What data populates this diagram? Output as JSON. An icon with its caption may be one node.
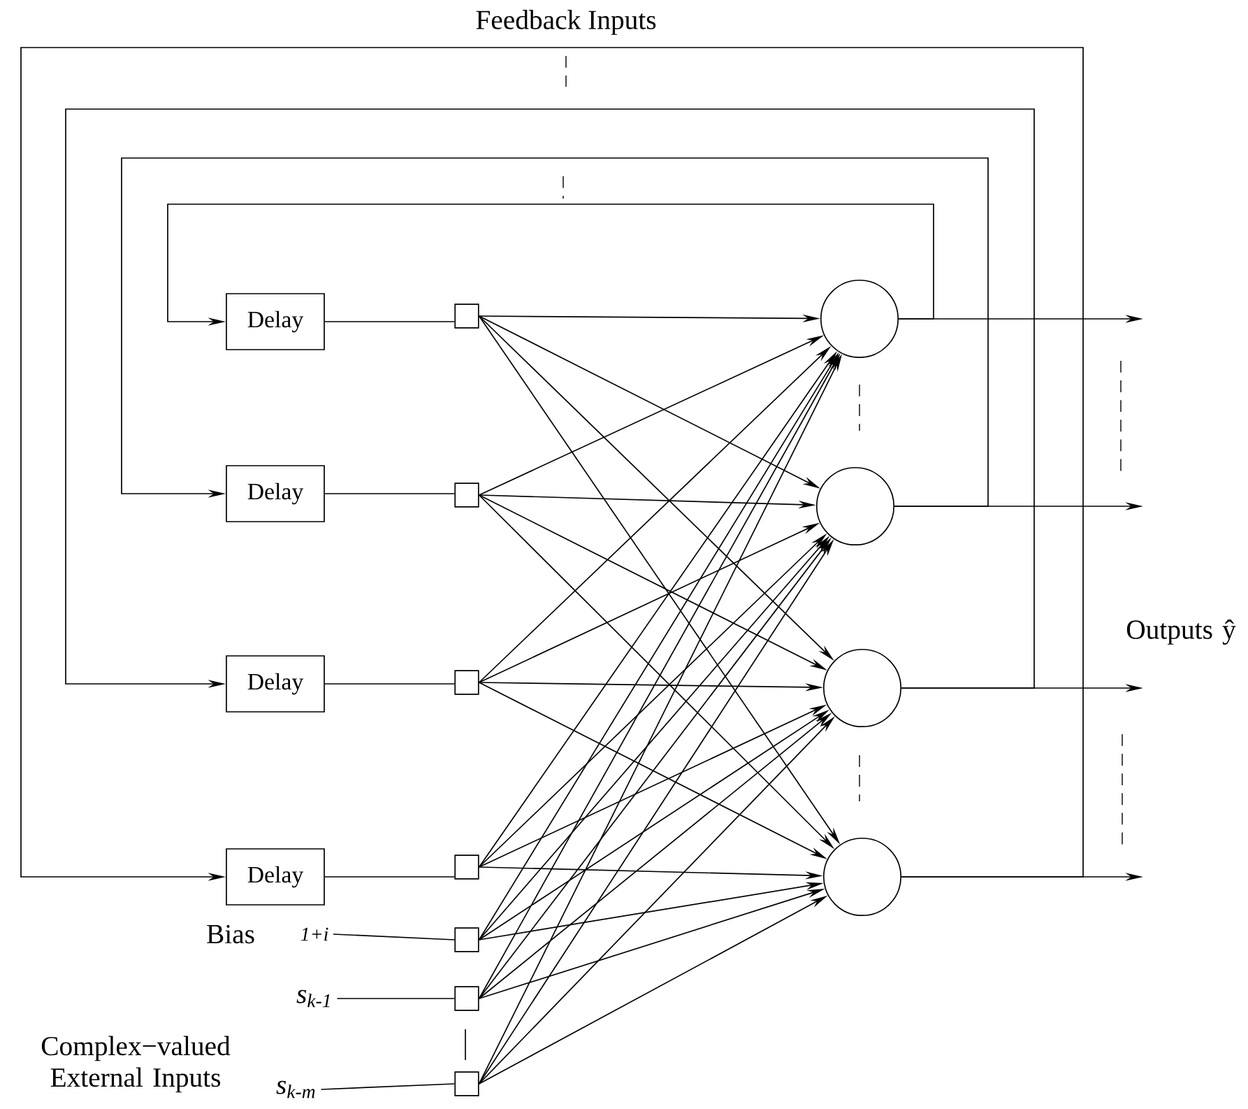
{
  "diagram": {
    "title": "Feedback Inputs",
    "nodes": [
      {
        "text": [
          "Delay"
        ]
      },
      {
        "text": [
          "Delay"
        ]
      },
      {
        "text": [
          "Delay"
        ]
      },
      {
        "text": [
          "Delay"
        ]
      },
      {
        "text": [],
        "shape": "box"
      },
      {
        "text": [],
        "shape": "box"
      },
      {
        "text": [],
        "shape": "box"
      },
      {
        "text": [],
        "shape": "box"
      },
      {
        "text": [],
        "shape": "box"
      },
      {
        "text": [],
        "shape": "box"
      },
      {
        "text": [],
        "shape": "box"
      },
      {
        "text": [],
        "shape": "circle"
      },
      {
        "text": [],
        "shape": "circle"
      },
      {
        "text": [],
        "shape": "circle"
      },
      {
        "text": [],
        "shape": "circle"
      },
      {
        "text": [
          "1+i"
        ]
      },
      {
        "text": [
          "s$_{k-1}$"
        ]
      },
      {
        "text": [
          "s$_{k-m}$"
        ]
      }
    ],
    "edges": [
      {
        "from": 0,
        "to": 4,
        "arrow": "none"
      },
      {
        "from": 1,
        "to": 5,
        "arrow": "none"
      },
      {
        "from": 2,
        "to": 6,
        "arrow": "none"
      },
      {
        "from": 3,
        "to": 7,
        "arrow": "none"
      },
      {
        "from": 15,
        "to": 8,
        "arrow": "none"
      },
      {
        "from": 16,
        "to": 9,
        "arrow": "none"
      },
      {
        "from": 17,
        "to": 10,
        "arrow": "none"
      },
      {
        "from": 4,
        "to": 11,
        "arrow": "to"
      },
      {
        "from": 4,
        "to": 12,
        "arrow": "to"
      },
      {
        "from": 4,
        "to": 13,
        "arrow": "to"
      },
      {
        "from": 4,
        "to": 14,
        "arrow": "to"
      },
      {
        "from": 5,
        "to": 11,
        "arrow": "to"
      },
      {
        "from": 5,
        "to": 12,
        "arrow": "to"
      },
      {
        "from": 5,
        "to": 13,
        "arrow": "to"
      },
      {
        "from": 5,
        "to": 14,
        "arrow": "to"
      },
      {
        "from": 6,
        "to": 11,
        "arrow": "to"
      },
      {
        "from": 6,
        "to": 12,
        "arrow": "to"
      },
      {
        "from": 6,
        "to": 13,
        "arrow": "to"
      },
      {
        "from": 6,
        "to": 14,
        "arrow": "to"
      },
      {
        "from": 7,
        "to": 11,
        "arrow": "to"
      },
      {
        "from": 7,
        "to": 12,
        "arrow": "to"
      },
      {
        "from": 7,
        "to": 13,
        "arrow": "to"
      },
      {
        "from": 7,
        "to": 14,
        "arrow": "to"
      },
      {
        "from": 8,
        "to": 11,
        "arrow": "to"
      },
      {
        "from": 8,
        "to": 12,
        "arrow": "to"
      },
      {
        "from": 8,
        "to": 13,
        "arrow": "to"
      },
      {
        "from": 8,
        "to": 14,
        "arrow": "to"
      },
      {
        "from": 9,
        "to": 11,
        "arrow": "to"
      },
      {
        "from": 9,
        "to": 12,
        "arrow": "to"
      },
      {
        "from": 9,
        "to": 13,
        "arrow": "to"
      },
      {
        "from": 9,
        "to": 14,
        "arrow": "to"
      },
      {
        "from": 10,
        "to": 11,
        "arrow": "to"
      },
      {
        "from": 10,
        "to": 12,
        "arrow": "to"
      },
      {
        "from": 10,
        "to": 13,
        "arrow": "to"
      },
      {
        "from": 10,
        "to": 14,
        "arrow": "to"
      },
      {
        "from": 11,
        "to": null,
        "arrow": "to"
      },
      {
        "from": 12,
        "to": null,
        "arrow": "to"
      },
      {
        "from": 13,
        "to": null,
        "arrow": "to"
      },
      {
        "from": 14,
        "to": null,
        "arrow": "to"
      },
      {
        "from": 11,
        "to": 0,
        "arrow": "to"
      },
      {
        "from": 12,
        "to": 1,
        "arrow": "to"
      },
      {
        "from": 13,
        "to": 2,
        "arrow": "to"
      },
      {
        "from": 14,
        "to": 3,
        "arrow": "to"
      }
    ],
    "labels": [
      "Bias",
      "Complex−valued External Inputs",
      "Outputs ŷ"
    ]
  }
}
